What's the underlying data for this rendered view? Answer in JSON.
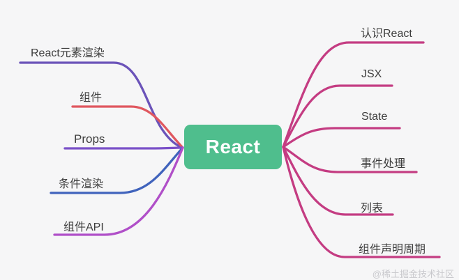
{
  "page": {
    "background": "#f6f6f7"
  },
  "center": {
    "label": "React",
    "bg": "#4FBE8D",
    "text_color": "#FFFFFF"
  },
  "branches": {
    "left": [
      {
        "label": "React元素渲染",
        "color": "#6B53B9"
      },
      {
        "label": "组件",
        "color": "#E0575F"
      },
      {
        "label": "Props",
        "color": "#7A50C8"
      },
      {
        "label": "条件渲染",
        "color": "#4063BC"
      },
      {
        "label": "组件API",
        "color": "#B04FC8"
      }
    ],
    "right": [
      {
        "label": "认识React",
        "color": "#C43C82"
      },
      {
        "label": "JSX",
        "color": "#C43C82"
      },
      {
        "label": "State",
        "color": "#C43C82"
      },
      {
        "label": "事件处理",
        "color": "#C43C82"
      },
      {
        "label": "列表",
        "color": "#C43C82"
      },
      {
        "label": "组件声明周期",
        "color": "#C43C82"
      }
    ]
  },
  "watermark": {
    "text": "@稀土掘金技术社区",
    "color": "#C9C9CD"
  }
}
